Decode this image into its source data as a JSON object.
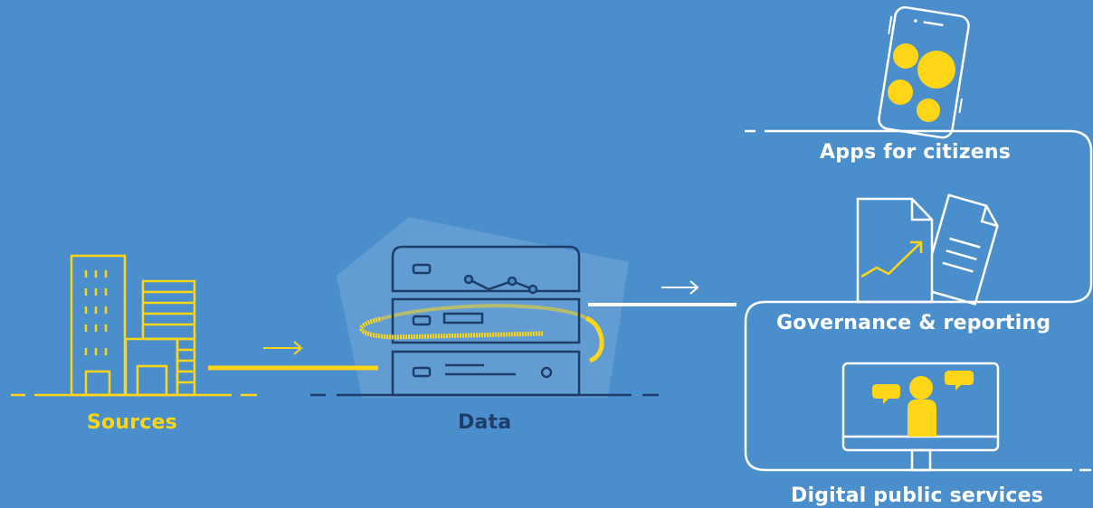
{
  "colors": {
    "background": "#4a8fcc",
    "yellow": "#ffd617",
    "white": "#ffffff",
    "navy": "#1f3d6b"
  },
  "labels": {
    "sources": "Sources",
    "data": "Data",
    "apps": "Apps for citizens",
    "governance": "Governance & reporting",
    "digital": "Digital public services"
  },
  "icons": {
    "sources": "buildings-icon",
    "data": "server-stack-icon",
    "apps": "smartphone-icon",
    "governance": "documents-chart-icon",
    "digital": "monitor-person-icon"
  }
}
